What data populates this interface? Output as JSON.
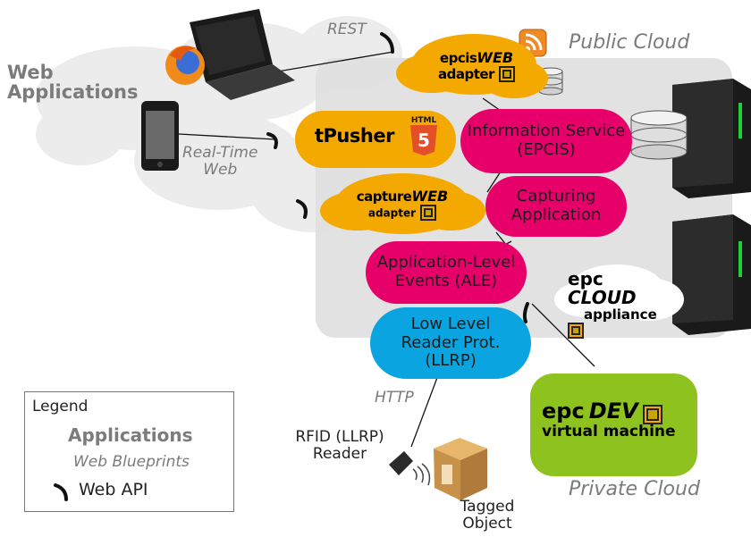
{
  "regions": {
    "web_applications": "Web\nApplications",
    "public_cloud": "Public Cloud",
    "private_cloud": "Private Cloud",
    "real_time_web": "Real-Time\nWeb"
  },
  "connections": {
    "rest": "REST",
    "http": "HTTP"
  },
  "components": {
    "epcis_adapter": {
      "prefix": "epcis",
      "brand": "WEB",
      "suffix": "adapter"
    },
    "tpusher": {
      "name": "tPusher",
      "badge": "HTML",
      "badge_number": "5"
    },
    "capture_adapter": {
      "prefix": "capture",
      "brand": "WEB",
      "suffix": "adapter"
    },
    "information_service": "Information Service\n(EPCIS)",
    "capturing_application": "Capturing\nApplication",
    "ale": "Application-Level\nEvents (ALE)",
    "llrp": "Low Level\nReader Prot.\n(LLRP)",
    "epc_cloud": {
      "prefix": "epc",
      "brand": "CLOUD",
      "suffix": "appliance"
    },
    "epc_dev": {
      "prefix": "epc",
      "brand": "DEV",
      "suffix": "virtual machine"
    }
  },
  "devices": {
    "rfid_reader": "RFID (LLRP)\nReader",
    "tagged_object": "Tagged\nObject"
  },
  "legend": {
    "title": "Legend",
    "applications": "Applications",
    "web_blueprints": "Web Blueprints",
    "web_api": "Web API"
  },
  "colors": {
    "pink": "#e8006a",
    "gold": "#f4a900",
    "blue": "#0aa5e0",
    "green": "#8dc21f",
    "public_cloud_bg": "#e3e3e3",
    "cloud_gray": "#ececec",
    "label_gray": "#7b7b7b"
  },
  "icons": [
    "laptop-icon",
    "firefox-icon",
    "smartphone-icon",
    "rss-icon",
    "database-icon",
    "server-icon",
    "html5-icon",
    "chip-icon",
    "rfid-reader-icon",
    "package-icon",
    "web-api-icon"
  ]
}
